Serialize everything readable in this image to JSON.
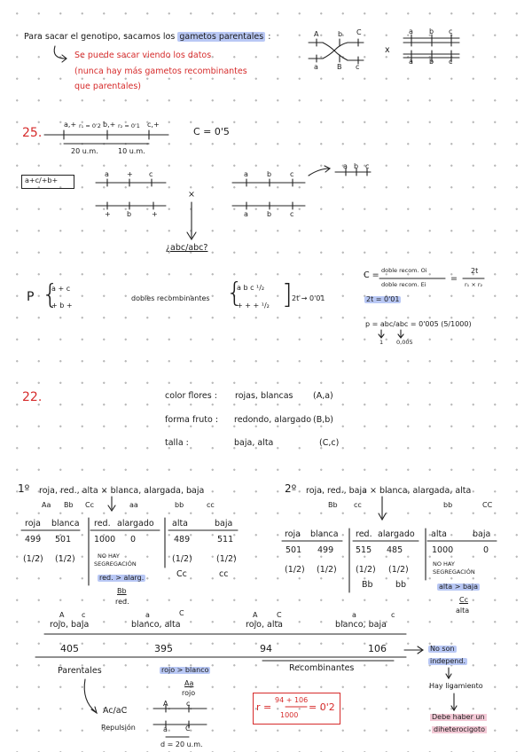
{
  "intro": {
    "text_a": "Para sacar el genotipo, sacamos los",
    "text_hl": "gametos parentales",
    "text_b": ":",
    "note1": "Se puede sacar viendo los datos",
    "note2": "(nunca hay más gametos recombinantes",
    "note3": "que parentales)",
    "cross_top": [
      "A",
      "b",
      "C"
    ],
    "cross_bot": [
      "a",
      "B",
      "c"
    ],
    "times": "x",
    "right_top": [
      "a",
      "b",
      "c"
    ],
    "right_bot": [
      "a",
      "b",
      "c"
    ]
  },
  "p25": {
    "num": "25.",
    "m1": "a,+",
    "r1": "r₁ = 0'2",
    "m2": "b,+",
    "r2": "r₂ = 0'1",
    "m3": "c,+",
    "d1": "20 u.m.",
    "d2": "10 u.m.",
    "c": "C = 0'5",
    "box": "a+c/+b+",
    "chrom_top": [
      "a",
      "+",
      "c"
    ],
    "chrom_bot": [
      "+",
      "b",
      "+"
    ],
    "times": "×",
    "res_top": [
      "a",
      "b",
      "c"
    ],
    "res_bot": [
      "a",
      "b",
      "c"
    ],
    "gam": [
      "a",
      "b",
      "c"
    ],
    "question": "¿abc/abc?",
    "P": "P",
    "P_top": "a + c",
    "P_bot": "+ b +",
    "dobles": "dobles recombinantes",
    "dr_top": "a  b  c  ¹/₂",
    "dr_bot": "+  +  +  ¹/₂",
    "arrow_val": "2t → 0'01",
    "C_eq": "C =",
    "C_num": "doble recom. Oi",
    "C_den": "doble recom. Ei",
    "C_eq2": "=",
    "C_num2": "2t",
    "C_den2": "r₁ × r₂",
    "C_hl": "2t = 0'01",
    "p_eq": "p = abc/abc = 0'005 (5/1000)",
    "p_sub1": "1",
    "p_sub2": "0,005"
  },
  "p22": {
    "num": "22.",
    "l1_label": "color flores :",
    "l1_val": "rojas, blancas",
    "l1_alle": "(A,a)",
    "l2_label": "forma fruto :",
    "l2_val": "redondo, alargado",
    "l2_alle": "(B,b)",
    "l3_label": "talla :",
    "l3_val": "baja, alta",
    "l3_alle": "(C,c)"
  },
  "cross1": {
    "num": "1º",
    "title": "roja, red., alta  ×  blanca, alargada, baja",
    "g1": "Aa",
    "g2": "Bb",
    "g3": "Cc",
    "g4": "aa",
    "g5": "bb",
    "g6": "cc",
    "headers": [
      "roja",
      "blanca",
      "red.",
      "alargado",
      "alta",
      "baja"
    ],
    "values": [
      "499",
      "501",
      "1000",
      "0",
      "489",
      "511"
    ],
    "fracs": [
      "(1/2)",
      "(1/2)",
      "(1/2)",
      "(1/2)"
    ],
    "no_hay": "NO HAY",
    "segreg": "SEGREGACIÓN",
    "dom": "red. > alarg.",
    "dom_g": "Bb",
    "dom_p": "red.",
    "gc1": "Cc",
    "gc2": "cc"
  },
  "cross2": {
    "num": "2º",
    "title": "roja, red., baja  ×  blanca, alargada, alta",
    "g1": "Bb",
    "g2": "cc",
    "g3": "bb",
    "g4": "CC",
    "headers": [
      "roja",
      "blanca",
      "red.",
      "alargado",
      "alta",
      "baja"
    ],
    "values": [
      "501",
      "499",
      "515",
      "485",
      "1000",
      "0"
    ],
    "fracs": [
      "(1/2)",
      "(1/2)",
      "(1/2)",
      "(1/2)"
    ],
    "gb1": "Bb",
    "gb2": "bb",
    "no_hay": "NO HAY",
    "segreg": "SEGREGACIÓN",
    "dom": "alta > baja",
    "dom_g": "Cc",
    "dom_p": "alta"
  },
  "summary": {
    "h1_g": [
      "A",
      "c"
    ],
    "h1": "rojo, baja",
    "h2_g": [
      "a",
      "C"
    ],
    "h2": "blanco, alta",
    "h3_g": [
      "A",
      "C"
    ],
    "h3": "rojo, alta",
    "h4_g": [
      "a",
      "c"
    ],
    "h4": "blanco, baja",
    "v1": "405",
    "v2": "395",
    "v3": "94",
    "v4": "106",
    "parentales": "Parentales",
    "rojo_blanco": "rojo > blanco",
    "rb_g": "Aa",
    "rb_p": "rojo",
    "recomb": "Recombinantes",
    "conc1": "No son",
    "conc2": "independ.",
    "conc3": "Hay ligamiento",
    "conc4": "Debe haber un",
    "conc5": "diheterocigoto",
    "r_formula": "r = 94 + 106 / 1000 = 0'2",
    "r_lhs": "r =",
    "r_num": "94 + 106",
    "r_den": "1000",
    "r_res": "= 0'2",
    "acac": "Ac/aC",
    "repulsion": "Repulsión",
    "chr_top": [
      "A",
      "c"
    ],
    "chr_bot": [
      "a",
      "C"
    ],
    "dist": "d = 20 u.m."
  }
}
